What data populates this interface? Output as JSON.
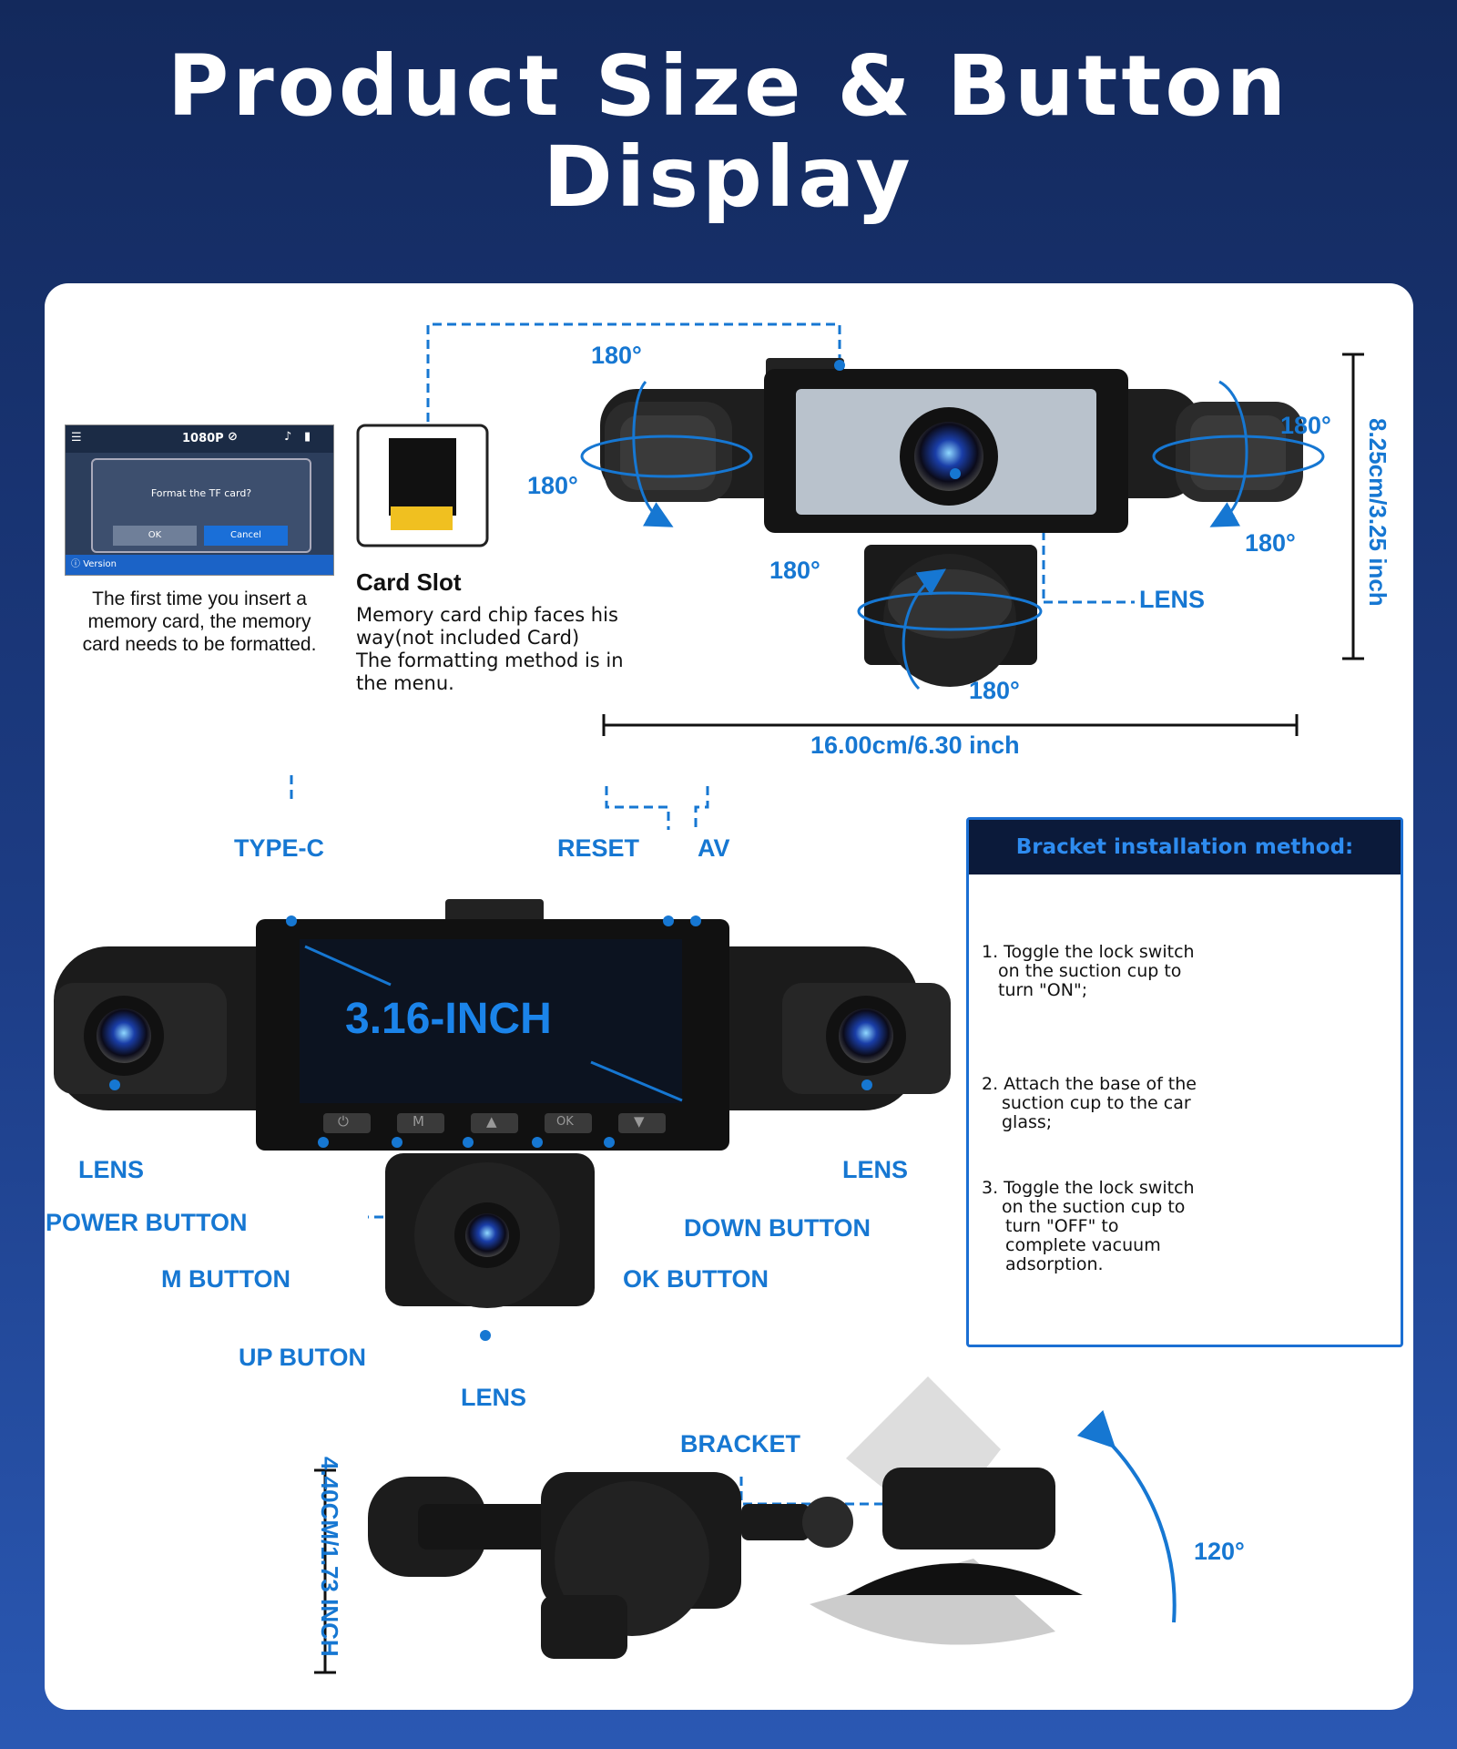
{
  "title": {
    "line1": "Product Size & Button",
    "line2": "Display"
  },
  "screen": {
    "resolution": "1080P",
    "prompt": "Format the TF card?",
    "ok": "OK",
    "cancel": "Cancel",
    "version": "Version"
  },
  "format_note": [
    "The first time you insert a",
    "memory card, the memory",
    "card needs to be formatted."
  ],
  "card_slot": {
    "heading": "Card Slot",
    "lines": [
      "Memory card chip faces his",
      "way(not included Card)",
      "The formatting method is in",
      "the menu."
    ]
  },
  "rotation": {
    "deg": "180°"
  },
  "top_labels": {
    "lens": "LENS",
    "height": "8.25cm/3.25 inch",
    "width": "16.00cm/6.30 inch"
  },
  "buttons": {
    "type_c": "TYPE-C",
    "reset": "RESET",
    "av": "AV",
    "screen_size": "3.16-INCH",
    "lens_left": "LENS",
    "lens_right": "LENS",
    "lens_bottom": "LENS",
    "power": "POWER BUTTON",
    "m": "M BUTTON",
    "up": "UP BUTON",
    "down": "DOWN BUTTON",
    "ok": "OK BUTTON"
  },
  "bracket_method": {
    "title": "Bracket installation method:",
    "step1": [
      "1. Toggle the lock switch",
      "on the suction cup to",
      "turn \"ON\";"
    ],
    "step2": [
      "2. Attach the base of the",
      "suction cup to the car",
      "glass;"
    ],
    "step3": [
      "3. Toggle the lock switch",
      "on the suction cup to",
      "turn \"OFF\" to",
      "complete vacuum",
      "adsorption."
    ]
  },
  "side_view": {
    "bracket": "BRACKET",
    "angle": "120°",
    "depth": "4.40CM/1.73 INCH"
  },
  "colors": {
    "accent": "#1677d2",
    "background_top": "#13295c",
    "card": "#ffffff"
  },
  "icons": [
    "settings-icon",
    "no-eye-icon",
    "mic-icon",
    "battery-icon",
    "power-icon",
    "m-icon",
    "up-arrow-icon",
    "ok-icon",
    "down-arrow-icon",
    "info-icon"
  ]
}
